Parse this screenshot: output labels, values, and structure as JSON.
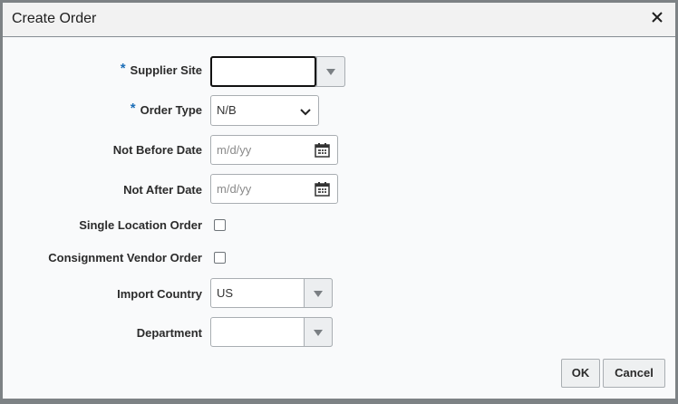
{
  "dialog": {
    "title": "Create Order",
    "close_icon": "close-icon"
  },
  "form": {
    "supplier_site": {
      "label": "Supplier Site",
      "required": true,
      "value": "",
      "required_marker": "*"
    },
    "order_type": {
      "label": "Order Type",
      "required": true,
      "value": "N/B",
      "required_marker": "*"
    },
    "not_before_date": {
      "label": "Not Before Date",
      "value": "",
      "placeholder": "m/d/yy"
    },
    "not_after_date": {
      "label": "Not After Date",
      "value": "",
      "placeholder": "m/d/yy"
    },
    "single_location_order": {
      "label": "Single Location Order",
      "checked": false
    },
    "consignment_vendor_order": {
      "label": "Consignment Vendor Order",
      "checked": false
    },
    "import_country": {
      "label": "Import Country",
      "value": "US"
    },
    "department": {
      "label": "Department",
      "value": ""
    }
  },
  "buttons": {
    "ok": "OK",
    "cancel": "Cancel"
  },
  "colors": {
    "required_marker": "#1d6fb8",
    "frame": "#7d8285"
  }
}
